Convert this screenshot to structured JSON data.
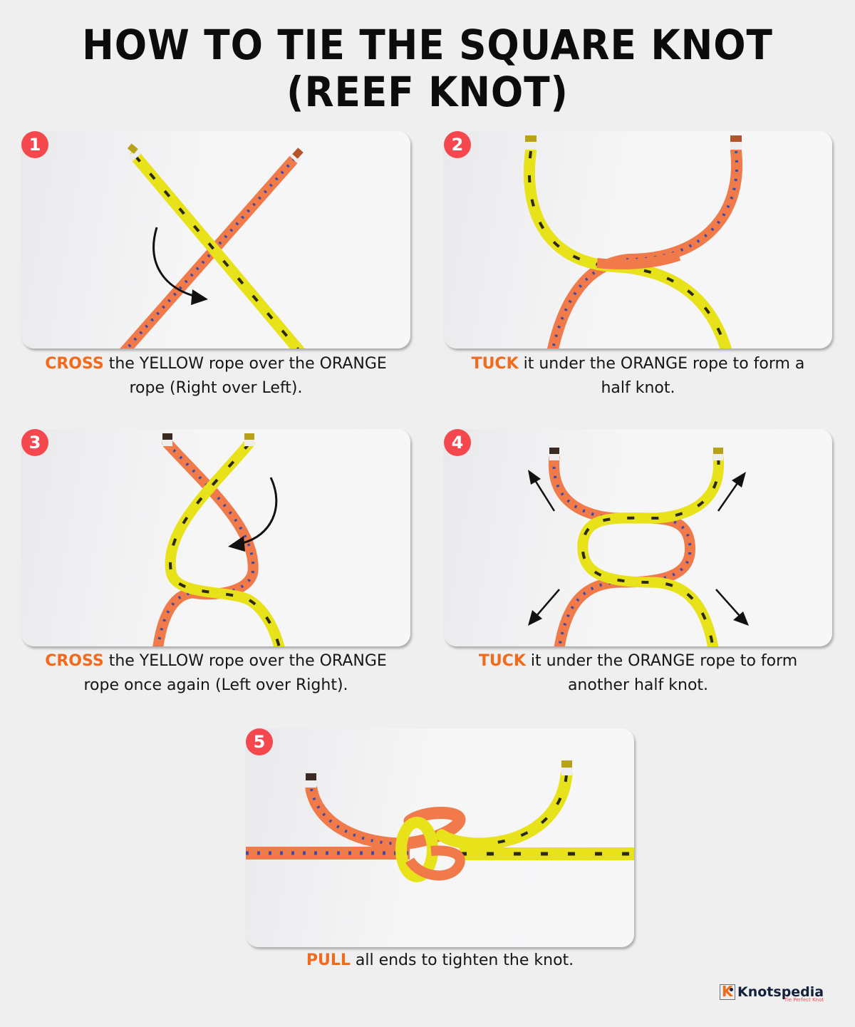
{
  "title": {
    "line1": "HOW TO TIE THE SQUARE KNOT",
    "line2": "(REEF KNOT)"
  },
  "colors": {
    "background": "#efefef",
    "badge": "#f5474e",
    "verb_accent": "#f26a1b",
    "rope_yellow": "#e8e21a",
    "rope_orange": "#f07a4a",
    "brand_navy": "#14213d"
  },
  "steps": [
    {
      "number": "1",
      "verb": "CROSS",
      "text_line1": " the YELLOW rope over the ORANGE",
      "text_line2": "rope (Right over Left).",
      "icon": "curved-arrow-right-icon"
    },
    {
      "number": "2",
      "verb": "TUCK",
      "text_line1": " it under the ORANGE rope to form a",
      "text_line2": "half knot.",
      "icon": null
    },
    {
      "number": "3",
      "verb": "CROSS",
      "text_line1": " the YELLOW rope over the ORANGE",
      "text_line2": "rope once again (Left over Right).",
      "icon": "curved-arrow-left-icon"
    },
    {
      "number": "4",
      "verb": "TUCK",
      "text_line1": " it under the ORANGE rope to form",
      "text_line2": "another half knot.",
      "icon": "outward-arrows-icon"
    },
    {
      "number": "5",
      "verb": "PULL",
      "text_line1": " all ends to tighten the knot.",
      "text_line2": "",
      "icon": null
    }
  ],
  "brand": {
    "mark": "K",
    "name": "Knotspedia",
    "tagline": "Tie Perfect Knot"
  }
}
